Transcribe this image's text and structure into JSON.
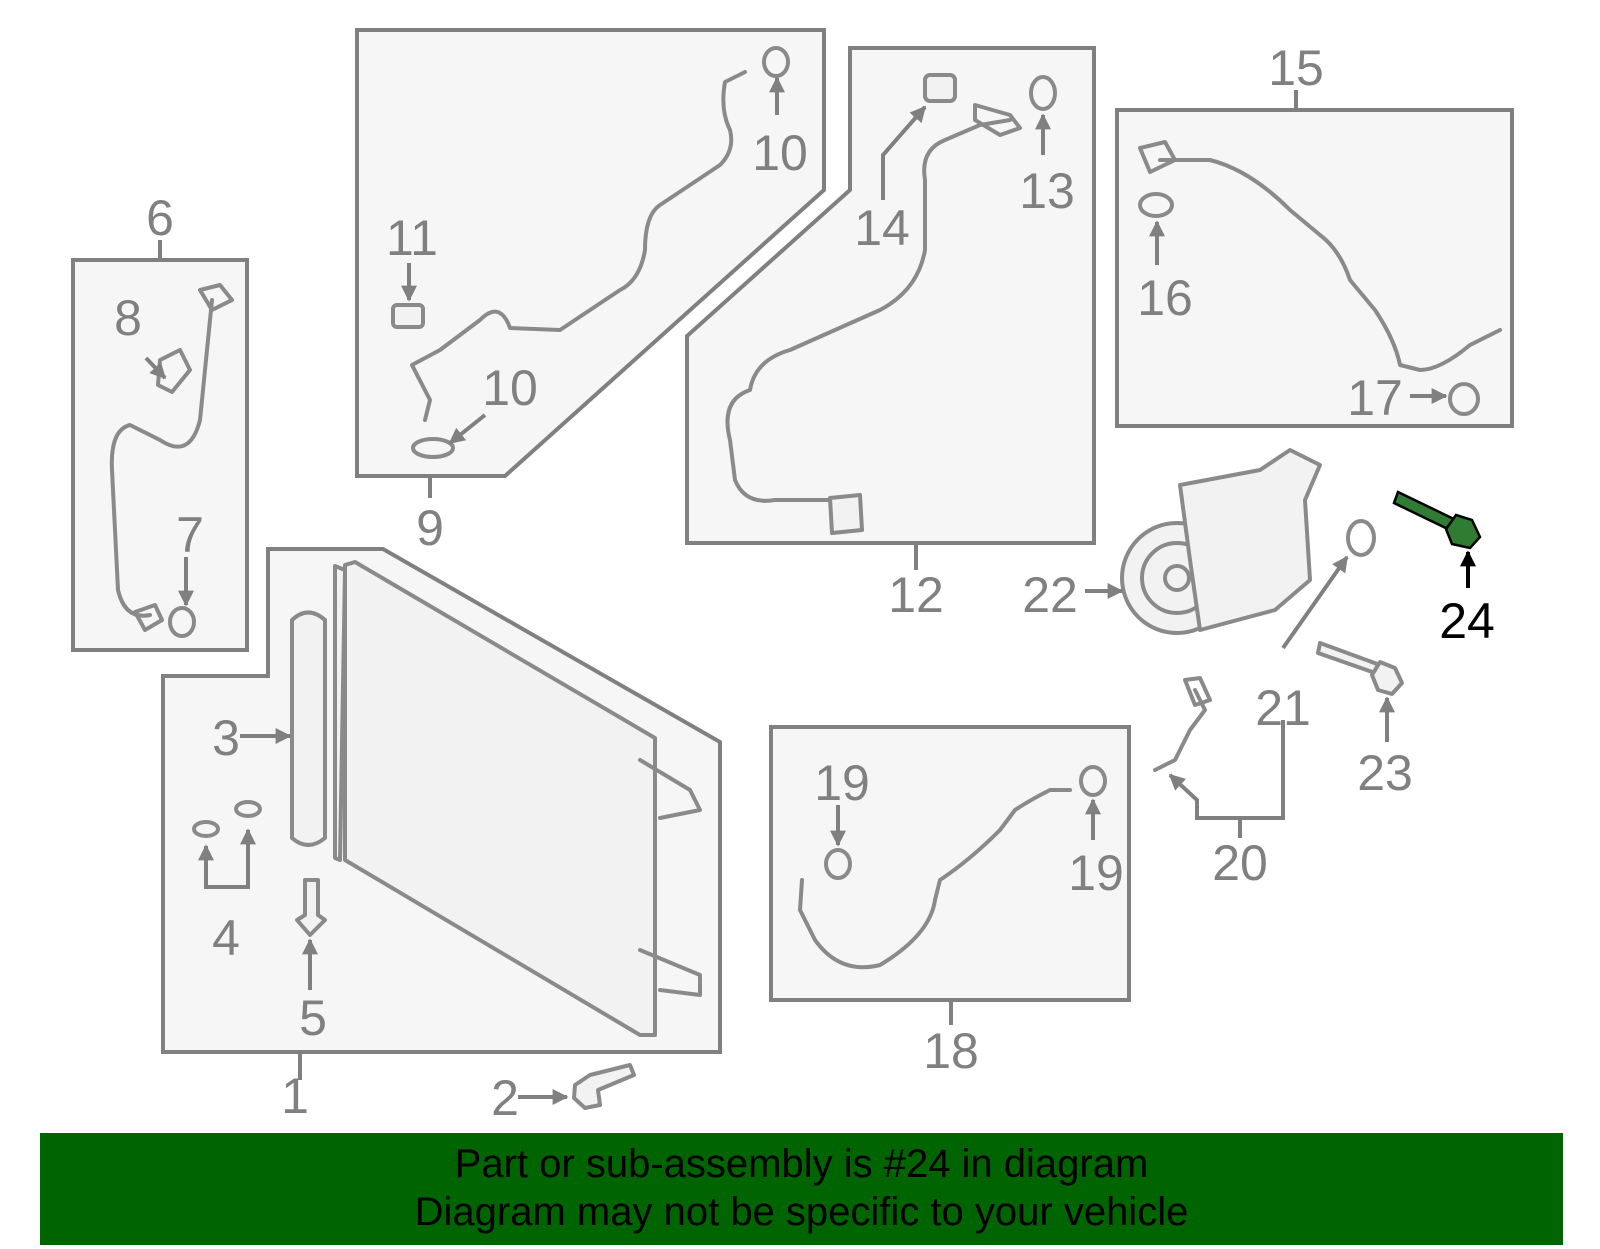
{
  "diagram": {
    "callouts": {
      "c1": "1",
      "c2": "2",
      "c3": "3",
      "c4": "4",
      "c5": "5",
      "c6": "6",
      "c7": "7",
      "c8": "8",
      "c9": "9",
      "c10a": "10",
      "c10b": "10",
      "c11": "11",
      "c12": "12",
      "c13": "13",
      "c14": "14",
      "c15": "15",
      "c16": "16",
      "c17": "17",
      "c18": "18",
      "c19a": "19",
      "c19b": "19",
      "c20": "20",
      "c21": "21",
      "c22": "22",
      "c23": "23",
      "c24": "24"
    },
    "highlighted_part": "24",
    "colors": {
      "outline": "#808080",
      "panel_fill": "#f6f6f6",
      "highlight_part": "#2e7d32",
      "banner": "#006400"
    }
  },
  "banner": {
    "line1": "Part or sub-assembly is #24 in diagram",
    "line2": "Diagram may not be specific to your vehicle"
  }
}
